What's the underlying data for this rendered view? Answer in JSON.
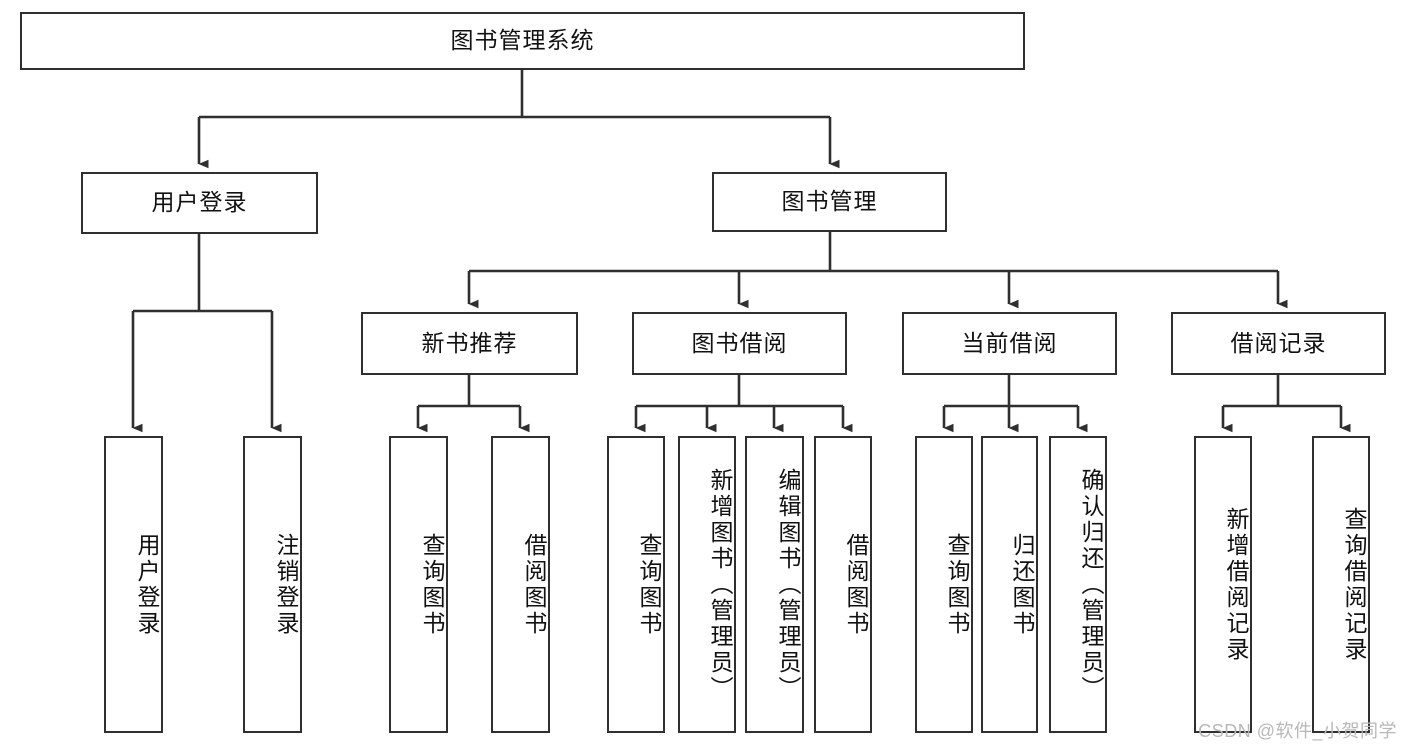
{
  "diagram": {
    "title": "图书管理系统",
    "type": "tree-hierarchy",
    "orientation": "top-down",
    "colors": {
      "box_stroke": "#2f2f2f",
      "box_fill": "#ffffff",
      "connector": "#2f2f2f",
      "text": "#111111",
      "watermark": "#b8b8b8"
    },
    "root": {
      "label": "图书管理系统"
    },
    "level1": [
      {
        "label": "用户登录"
      },
      {
        "label": "图书管理"
      }
    ],
    "level2": [
      {
        "label": "新书推荐"
      },
      {
        "label": "图书借阅"
      },
      {
        "label": "当前借阅"
      },
      {
        "label": "借阅记录"
      }
    ],
    "leaves": {
      "user_login": [
        {
          "label": "用户登录"
        },
        {
          "label": "注销登录"
        }
      ],
      "new_book_recommend": [
        {
          "label": "查询图书"
        },
        {
          "label": "借阅图书"
        }
      ],
      "book_borrow": [
        {
          "label": "查询图书"
        },
        {
          "label": "新增图书（管理员）"
        },
        {
          "label": "编辑图书（管理员）"
        },
        {
          "label": "借阅图书"
        }
      ],
      "current_borrow": [
        {
          "label": "查询图书"
        },
        {
          "label": "归还图书"
        },
        {
          "label": "确认归还（管理员）"
        }
      ],
      "borrow_record": [
        {
          "label": "新增借阅记录"
        },
        {
          "label": "查询借阅记录"
        }
      ]
    }
  },
  "watermark": {
    "text": "CSDN @软件_小贺同学"
  }
}
